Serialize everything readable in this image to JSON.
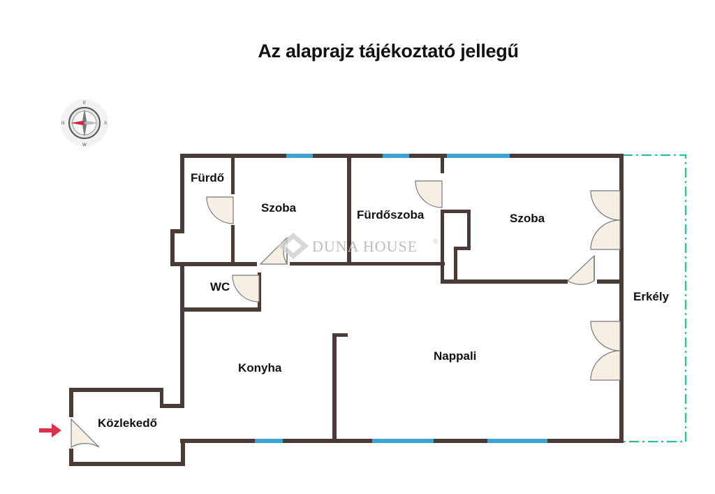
{
  "title": "Az alaprajz tájékoztató jellegű",
  "rooms": {
    "furdo": "Fürdő",
    "szoba1": "Szoba",
    "furdoszoba": "Fürdőszoba",
    "szoba2": "Szoba",
    "wc": "WC",
    "erkely": "Erkély",
    "konyha": "Konyha",
    "nappali": "Nappali",
    "kozlekedo": "Közlekedő"
  },
  "watermark": {
    "brand": "DUNA HOUSE",
    "registered": "®"
  },
  "compass": {
    "n": "N",
    "e": "E",
    "s": "S",
    "w": "W"
  },
  "colors": {
    "wall": "#4a3b37",
    "window": "#3aa3d4",
    "balcony_outline": "#2bbf9a",
    "entrance_arrow": "#d8334a"
  },
  "icons": {
    "compass": "compass-rose-icon",
    "entrance": "entrance-arrow-icon",
    "logo": "duna-house-logo-icon"
  }
}
